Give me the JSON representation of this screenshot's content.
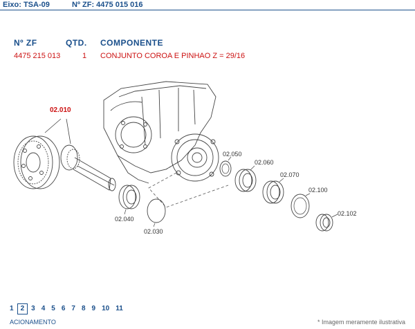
{
  "topbar": {
    "eixo": "Eixo: TSA-09",
    "nzf": "Nº ZF: 4475 015 016"
  },
  "table": {
    "headers": {
      "nzf": "Nº ZF",
      "qtd": "QTD.",
      "componente": "COMPONENTE"
    },
    "row": {
      "nzf": "4475 215 013",
      "qtd": "1",
      "componente": "CONJUNTO COROA E PINHAO Z = 29/16"
    }
  },
  "diagram": {
    "main_label": "02.010",
    "labels": [
      "02.040",
      "02.030",
      "02.050",
      "02.060",
      "02.070",
      "02.100",
      "02.102"
    ]
  },
  "pagination": {
    "pages": [
      "1",
      "2",
      "3",
      "4",
      "5",
      "6",
      "7",
      "8",
      "9",
      "10",
      "11"
    ],
    "active": "2"
  },
  "footer": {
    "section": "ACIONAMENTO",
    "note": "* Imagem meramente ilustrativa"
  },
  "colors": {
    "accent": "#1a4f8b",
    "highlight": "#cc1111"
  }
}
